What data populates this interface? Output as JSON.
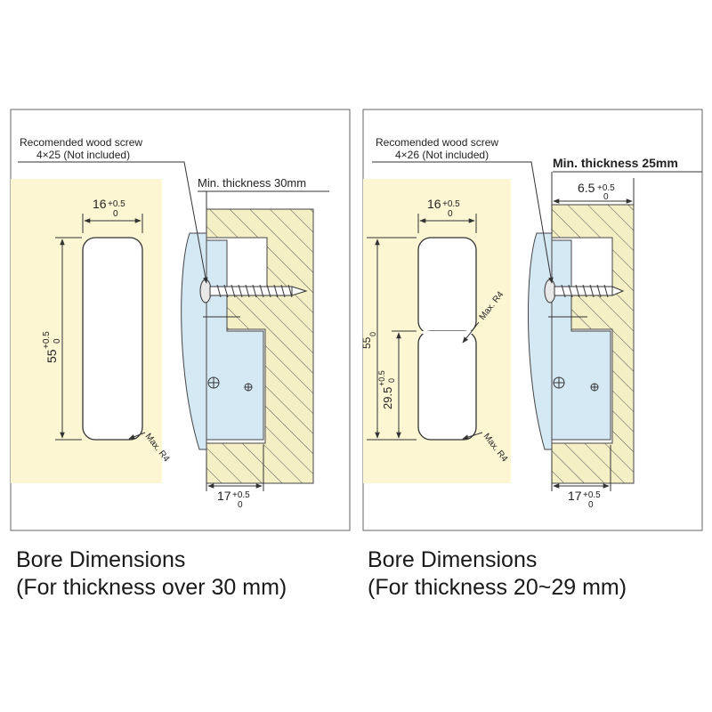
{
  "colors": {
    "bore_fill": "#fdf6d3",
    "wood_fill": "#f4efc4",
    "hinge_fill": "#d5e9f5",
    "line": "#333333",
    "frame": "#555555"
  },
  "left_panel": {
    "screw_label_1": "Recomended wood screw",
    "screw_label_2": "4×25 (Not included)",
    "thickness_label": "Min. thickness 30mm",
    "width_main": "16",
    "width_tol_top": "+0.5",
    "width_tol_bot": "0",
    "height_main": "55",
    "height_tol_top": "+0.5",
    "height_tol_bot": "0",
    "radius_label": "Max. R4",
    "depth_main": "17",
    "depth_tol_top": "+0.5",
    "depth_tol_bot": "0",
    "caption_line_1": "Bore Dimensions",
    "caption_line_2": "(For thickness over 30 mm)"
  },
  "right_panel": {
    "screw_label_1": "Recomended wood screw",
    "screw_label_2": "4×26 (Not included)",
    "thickness_label": "Min. thickness 25mm",
    "offset_main": "6.5",
    "offset_tol_top": "+0.5",
    "offset_tol_bot": "0",
    "width_main": "16",
    "width_tol_top": "+0.5",
    "width_tol_bot": "0",
    "partial_height_main": "55",
    "partial_height_tol_bot": "0",
    "height_main": "29.5",
    "height_tol_top": "+0.5",
    "height_tol_bot": "0",
    "radius_label_1": "Max. R4",
    "radius_label_2": "Max. R4",
    "depth_main": "17",
    "depth_tol_top": "+0.5",
    "depth_tol_bot": "0",
    "caption_line_1": "Bore Dimensions",
    "caption_line_2": "(For thickness 20~29 mm)"
  }
}
